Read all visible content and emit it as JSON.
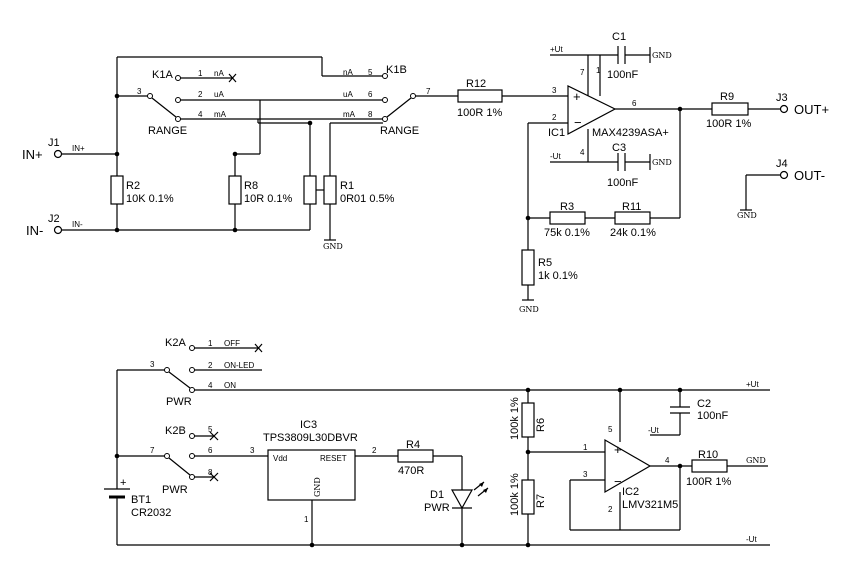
{
  "connectors": {
    "j1": {
      "ref": "J1",
      "label": "IN+",
      "net": "IN+"
    },
    "j2": {
      "ref": "J2",
      "label": "IN-",
      "net": "IN-"
    },
    "j3": {
      "ref": "J3",
      "label": "OUT+"
    },
    "j4": {
      "ref": "J4",
      "label": "OUT-"
    }
  },
  "resistors": {
    "r1": {
      "ref": "R1",
      "value": "0R01 0.5%"
    },
    "r2": {
      "ref": "R2",
      "value": "10K 0.1%"
    },
    "r3": {
      "ref": "R3",
      "value": "75k 0.1%"
    },
    "r4": {
      "ref": "R4",
      "value": "470R"
    },
    "r5": {
      "ref": "R5",
      "value": "1k 0.1%"
    },
    "r6": {
      "ref": "R6",
      "value": "100k 1%"
    },
    "r7": {
      "ref": "R7",
      "value": "100k 1%"
    },
    "r8": {
      "ref": "R8",
      "value": "10R 0.1%"
    },
    "r9": {
      "ref": "R9",
      "value": "100R 1%"
    },
    "r10": {
      "ref": "R10",
      "value": "100R 1%"
    },
    "r11": {
      "ref": "R11",
      "value": "24k 0.1%"
    },
    "r12": {
      "ref": "R12",
      "value": "100R 1%"
    }
  },
  "capacitors": {
    "c1": {
      "ref": "C1",
      "value": "100nF"
    },
    "c2": {
      "ref": "C2",
      "value": "100nF"
    },
    "c3": {
      "ref": "C3",
      "value": "100nF"
    }
  },
  "ics": {
    "ic1": {
      "ref": "IC1",
      "part": "MAX4239ASA+"
    },
    "ic2": {
      "ref": "IC2",
      "part": "LMV321M5"
    },
    "ic3": {
      "ref": "IC3",
      "part": "TPS3809L30DBVR",
      "pin_vdd": "Vdd",
      "pin_reset": "RESET",
      "pin_gnd": "GND"
    }
  },
  "switches": {
    "k1a": {
      "ref": "K1A",
      "name": "RANGE",
      "pos1": "nA",
      "pos2": "uA",
      "pos4": "mA"
    },
    "k1b": {
      "ref": "K1B",
      "name": "RANGE",
      "pos5": "nA",
      "pos6": "uA",
      "pos8": "mA"
    },
    "k2a": {
      "ref": "K2A",
      "name": "PWR",
      "pos1": "OFF",
      "pos2": "ON-LED",
      "pos4": "ON"
    },
    "k2b": {
      "ref": "K2B",
      "name": "PWR"
    }
  },
  "battery": {
    "ref": "BT1",
    "part": "CR2032"
  },
  "led": {
    "ref": "D1",
    "label": "PWR"
  },
  "nets": {
    "gnd": "GND",
    "vpos": "+Ut",
    "vneg": "-Ut"
  },
  "pins": {
    "k1a_com": "3",
    "k1a_1": "1",
    "k1a_2": "2",
    "k1a_4": "4",
    "k1b_5": "5",
    "k1b_6": "6",
    "k1b_8": "8",
    "k1b_com": "7",
    "ic1_in_p": "3",
    "ic1_in_n": "2",
    "ic1_out": "6",
    "ic1_vp": "7",
    "ic1_vn": "4",
    "ic1_x": "1",
    "k2a_com": "3",
    "k2a_1": "1",
    "k2a_2": "2",
    "k2a_4": "4",
    "k2b_com": "7",
    "k2b_5": "5",
    "k2b_6": "6",
    "k2b_8": "8",
    "ic3_vdd": "3",
    "ic3_reset": "2",
    "ic3_gnd": "1",
    "ic2_in_p": "1",
    "ic2_in_n": "3",
    "ic2_out": "4",
    "ic2_vp": "5",
    "ic2_vn": "2",
    "bt_plus": "+"
  }
}
